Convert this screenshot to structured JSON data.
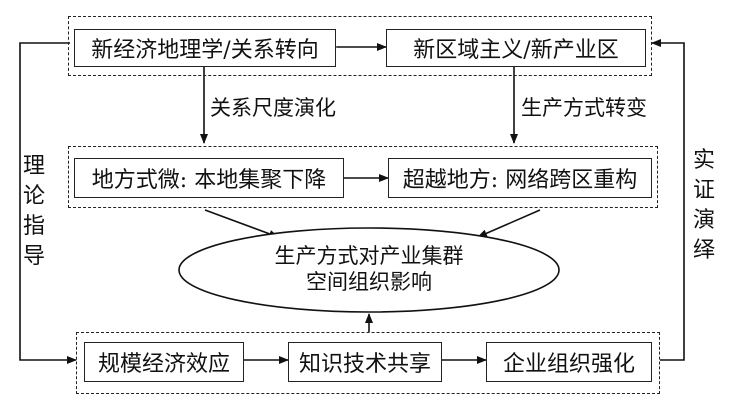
{
  "top": {
    "box1": "新经济地理学/关系转向",
    "box2": "新区域主义/新产业区"
  },
  "arrow_labels": {
    "left": "关系尺度演化",
    "right": "生产方式转变"
  },
  "middle": {
    "box1": "地方式微: 本地集聚下降",
    "box2": "超越地方: 网络跨区重构"
  },
  "center": {
    "line1": "生产方式对产业集群",
    "line2": "空间组织影响"
  },
  "bottom": {
    "box1": "规模经济效应",
    "box2": "知识技术共享",
    "box3": "企业组织强化"
  },
  "side": {
    "left": [
      "理",
      "论",
      "指",
      "导"
    ],
    "right": [
      "实",
      "证",
      "演",
      "绎"
    ]
  }
}
